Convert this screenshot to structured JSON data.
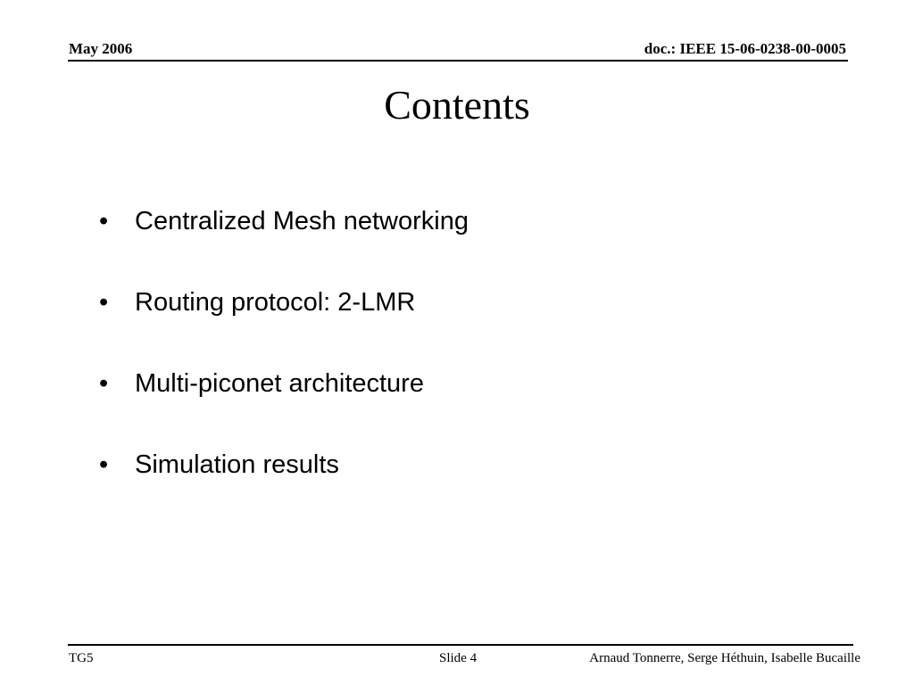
{
  "header": {
    "date": "May 2006",
    "doc_id": "doc.: IEEE 15-06-0238-00-0005"
  },
  "slide": {
    "title": "Contents",
    "bullet_symbol": "•",
    "bullets": [
      "Centralized Mesh networking",
      "Routing protocol: 2-LMR",
      "Multi-piconet architecture",
      "Simulation results"
    ]
  },
  "footer": {
    "group": "TG5",
    "slide_label": "Slide 4",
    "authors": "Arnaud Tonnerre, Serge Héthuin, Isabelle Bucaille"
  }
}
